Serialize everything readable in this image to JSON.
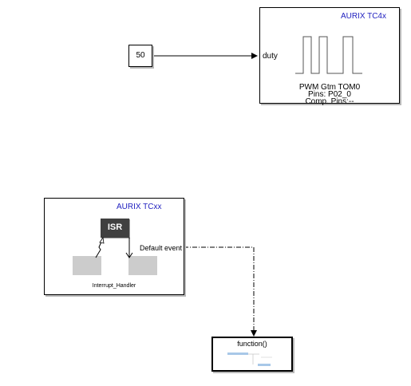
{
  "constant_block": {
    "value": "50"
  },
  "pwm_block": {
    "vendor": "AURIX TC4x",
    "port_label": "duty",
    "line1": "PWM  Gtm TOM0",
    "line2": "Pins: P02_0",
    "line3": "Comp. Pins:--"
  },
  "isr_block": {
    "vendor": "AURIX TCxx",
    "isr_label": "ISR",
    "port_label": "Default event",
    "caption": "Interrupt_Handler"
  },
  "function_block": {
    "label": "function()"
  },
  "colors": {
    "vendor_text": "#1f1fbf",
    "isr_fill": "#404040",
    "grey_box": "#cccccc",
    "line": "#000000"
  }
}
